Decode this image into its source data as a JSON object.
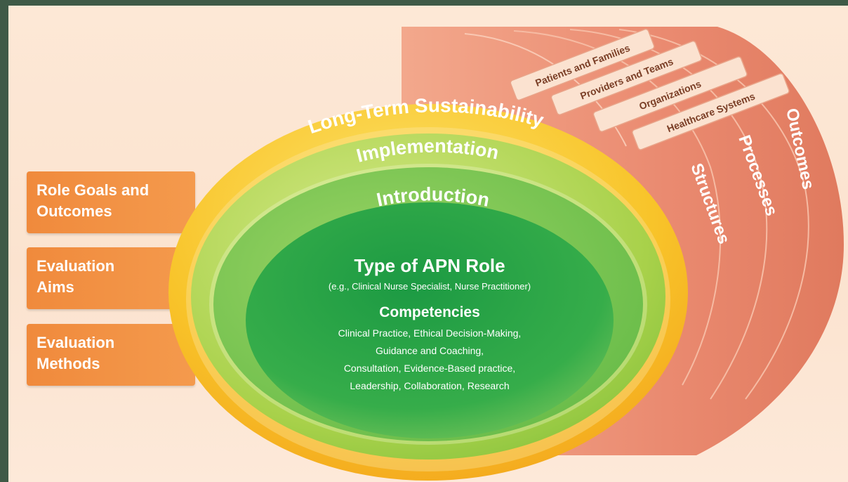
{
  "left_boxes": [
    {
      "line1": "Role Goals and",
      "line2": "Outcomes"
    },
    {
      "line1": "Evaluation",
      "line2": "Aims"
    },
    {
      "line1": "Evaluation",
      "line2": "Methods"
    }
  ],
  "rings": {
    "outer": "Long-Term Sustainability",
    "middle": "Implementation",
    "inner": "Introduction"
  },
  "core": {
    "title": "Type of APN Role",
    "subtitle": "(e.g., Clinical Nurse Specialist, Nurse Practitioner)",
    "competencies_title": "Competencies",
    "competencies": [
      "Clinical Practice, Ethical Decision-Making,",
      "Guidance and Coaching,",
      "Consultation, Evidence-Based practice,",
      "Leadership, Collaboration, Research"
    ]
  },
  "cylinder": {
    "levels": [
      "Patients and Families",
      "Providers and Teams",
      "Organizations",
      "Healthcare Systems"
    ],
    "dimensions": [
      "Structures",
      "Processes",
      "Outcomes"
    ]
  },
  "colors": {
    "background": "#fde8d6",
    "frame": "#3f5a47",
    "box_orange": "#f08a3c",
    "cylinder": "#e8836a",
    "outer_ring": "#f6b21a",
    "middle_ring": "#9ccc3c",
    "core_green": "#2ea84a"
  }
}
